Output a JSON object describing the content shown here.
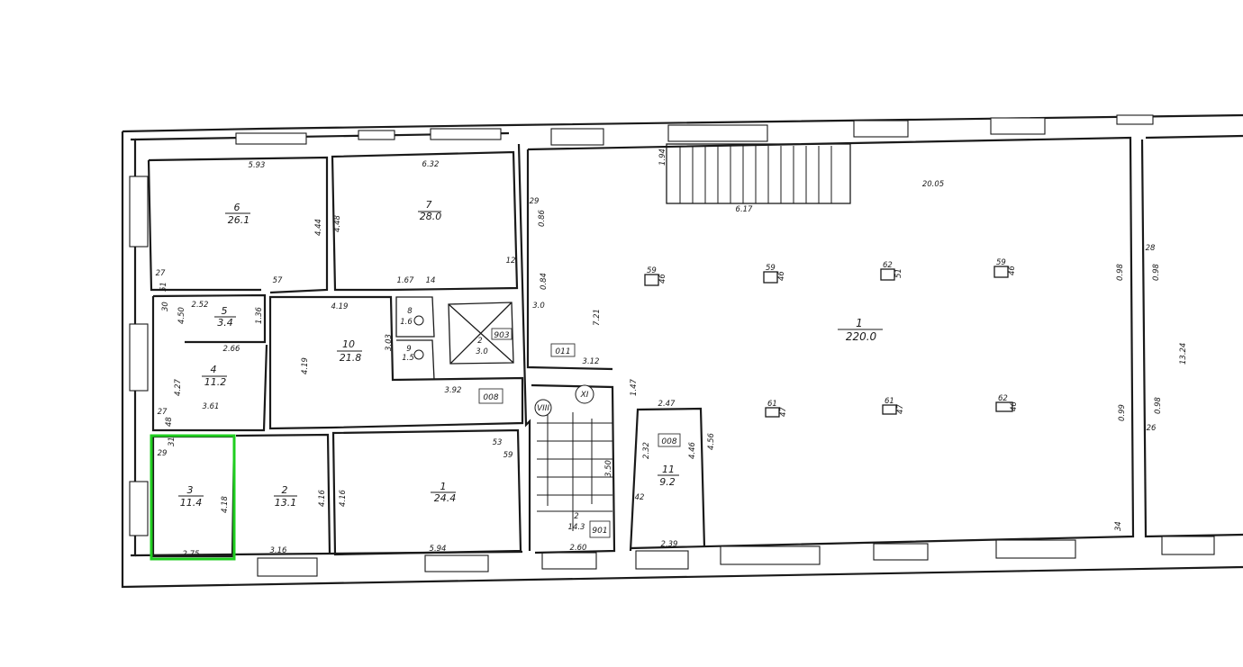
{
  "rooms": {
    "r6": {
      "number": "6",
      "area": "26.1",
      "dim_top": "5.93",
      "dim_side": "4.44"
    },
    "r7": {
      "number": "7",
      "area": "28.0",
      "dim_top": "6.32",
      "dim_side": "4.48"
    },
    "r5": {
      "number": "5",
      "area": "3.4",
      "dim_top": "2.52",
      "dim_side": "1.36"
    },
    "r4": {
      "number": "4",
      "area": "11.2",
      "dim_top": "2.66",
      "dim_side": "4.27",
      "dim_bottom": "3.61"
    },
    "r10": {
      "number": "10",
      "area": "21.8",
      "dim_top": "4.19",
      "dim_side": "4.19",
      "dim_bottom": "3.92"
    },
    "r8": {
      "number": "8",
      "area": "1.6"
    },
    "r9": {
      "number": "9",
      "area": "1.5"
    },
    "r2lift": {
      "number": "2",
      "area": "3.0"
    },
    "r3": {
      "number": "3",
      "area": "11.4",
      "dim_side": "4.18",
      "dim_bottom": "2.75"
    },
    "r2": {
      "number": "2",
      "area": "13.1",
      "dim_side": "4.16",
      "dim_bottom": "3.16"
    },
    "r1": {
      "number": "1",
      "area": "24.4",
      "dim_side": "4.16",
      "dim_bottom": "5.94"
    },
    "rstair": {
      "number": "2",
      "area": "14.3",
      "dim_bottom": "2.60"
    },
    "r11": {
      "number": "11",
      "area": "9.2",
      "dim_side": "2.32",
      "dim_side2": "4.46",
      "dim_top": "2.47",
      "dim_bottom": "2.39"
    },
    "rhall": {
      "number": "1",
      "area": "220.0",
      "dim_top": "20.05",
      "dim_stair": "6.17",
      "dim_side": "13.24"
    }
  },
  "tags": {
    "t011": "011",
    "t008a": "008",
    "t008b": "008",
    "t903": "903",
    "t901": "901",
    "axis_viii": "VIII",
    "axis_xi": "XI"
  },
  "dims": {
    "d721": "7.21",
    "d312": "3.12",
    "d147": "1.47",
    "d456": "4.56",
    "d194": "1.94",
    "d098a": "0.98",
    "d098b": "0.98",
    "d099": "0.99",
    "d098c": "0.98",
    "d167": "1.67",
    "d303": "3.03",
    "d450": "4.50",
    "d30": "3.0",
    "d086": "0.86",
    "d084": "0.84",
    "d350": "3.50",
    "d27a": "27",
    "d51": "51",
    "d30b": "30",
    "d27b": "27",
    "d48": "48",
    "d29": "29",
    "d31": "31",
    "d57": "57",
    "d14": "14",
    "d12": "12",
    "d29b": "29",
    "d28": "28",
    "d34": "34",
    "d26": "26",
    "d53": "53",
    "d59": "59",
    "d42": "42"
  },
  "columns": [
    {
      "a": "59",
      "b": "46"
    },
    {
      "a": "59",
      "b": "46"
    },
    {
      "a": "62",
      "b": "51"
    },
    {
      "a": "59",
      "b": "46"
    },
    {
      "a": "61",
      "b": "47"
    },
    {
      "a": "61",
      "b": "47"
    },
    {
      "a": "62",
      "b": "46"
    }
  ],
  "colors": {
    "highlight": "#1fce1f",
    "line": "#1a1a1a"
  }
}
